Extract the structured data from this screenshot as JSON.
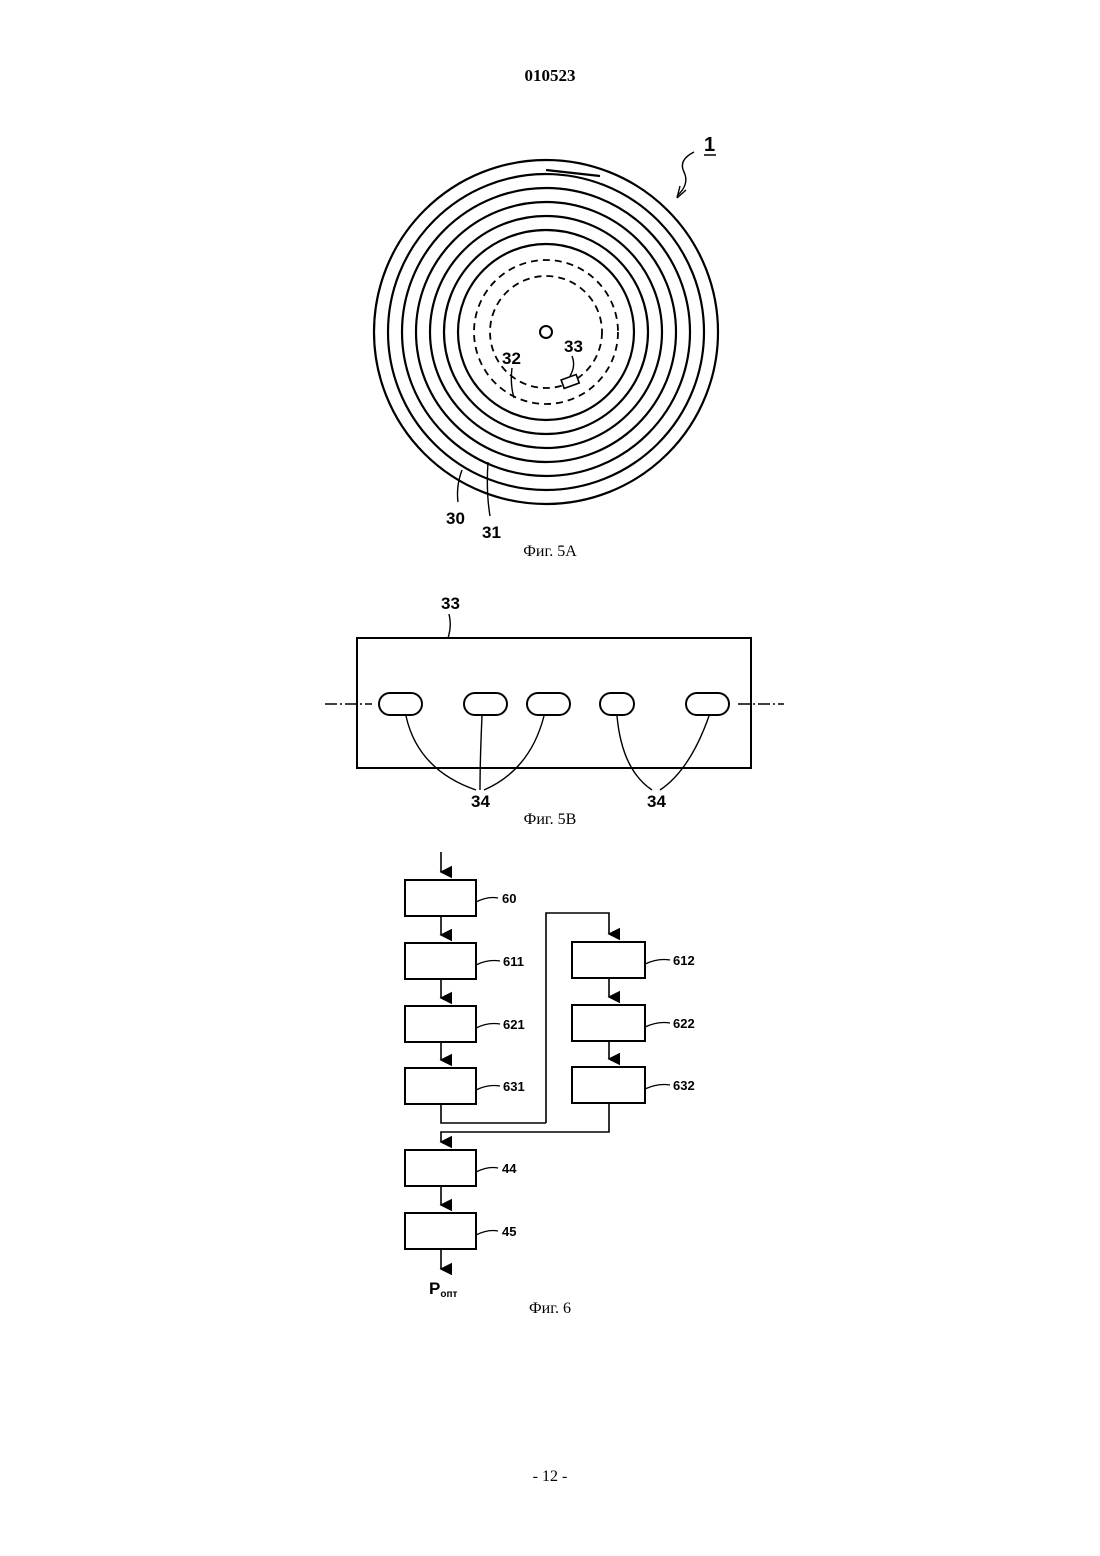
{
  "header": {
    "doc_number": "010523"
  },
  "figure_5a": {
    "caption": "Фиг. 5А",
    "labels": {
      "disc": "1",
      "track_inner": "30",
      "track_outer": "31",
      "area": "32",
      "mark": "33"
    }
  },
  "figure_5b": {
    "caption": "Фиг. 5В",
    "labels": {
      "mark": "33",
      "pits_left": "34",
      "pits_right": "34"
    }
  },
  "figure_6": {
    "caption": "Фиг. 6",
    "blocks": {
      "b60": "60",
      "b611": "611",
      "b621": "621",
      "b631": "631",
      "b612": "612",
      "b622": "622",
      "b632": "632",
      "b44": "44",
      "b45": "45"
    },
    "output_main": "P",
    "output_sub": "опт"
  },
  "footer": {
    "page_number": "- 12 -"
  }
}
